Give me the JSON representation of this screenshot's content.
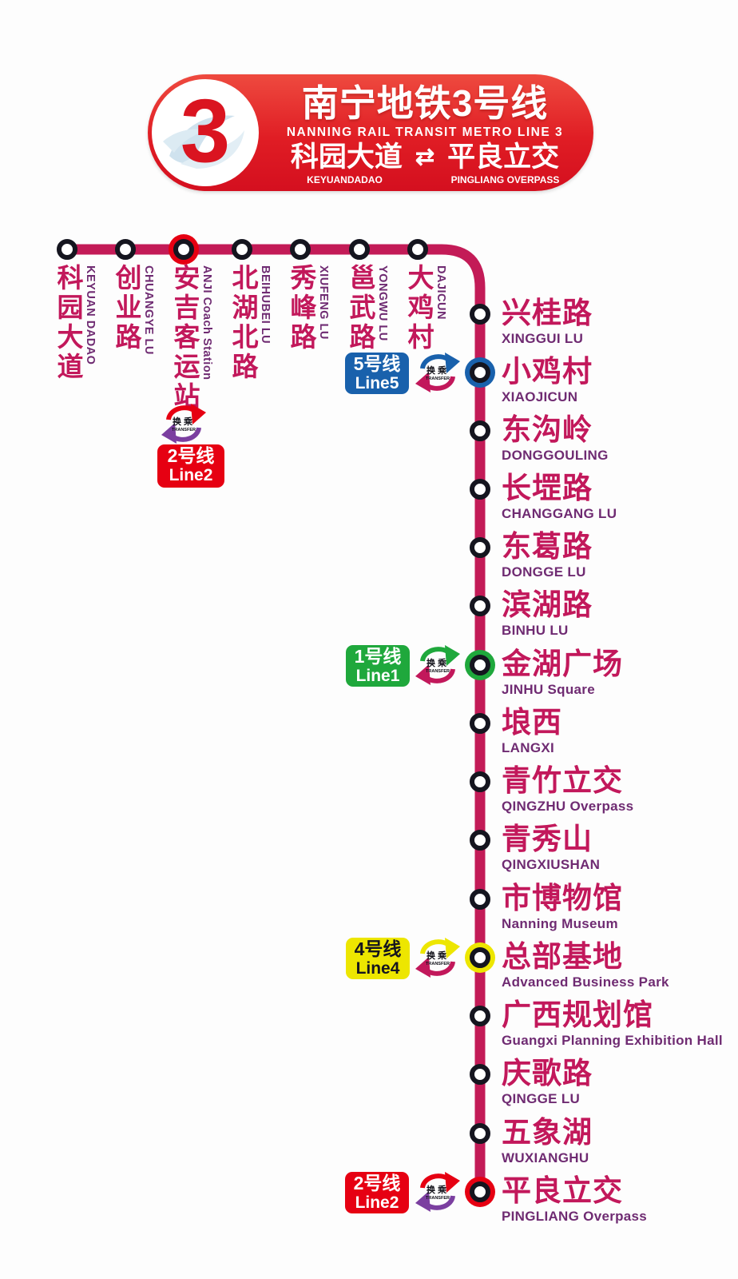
{
  "header": {
    "line_number": "3",
    "title_zh": "南宁地铁3号线",
    "title_en": "NANNING RAIL TRANSIT METRO LINE 3",
    "terminus_left_zh": "科园大道",
    "terminus_right_zh": "平良立交",
    "terminus_left_en": "KEYUANDADAO",
    "terminus_right_en": "PINGLIANG OVERPASS",
    "arrows": "⇄"
  },
  "transfer_icon": {
    "zh": "换乘",
    "en": "TRANSFER"
  },
  "badges": {
    "line1": {
      "zh": "1号线",
      "en": "Line1"
    },
    "line2": {
      "zh": "2号线",
      "en": "Line2"
    },
    "line4": {
      "zh": "4号线",
      "en": "Line4"
    },
    "line5": {
      "zh": "5号线",
      "en": "Line5"
    }
  },
  "colors": {
    "line": "#c31b57",
    "zh_text": "#c2185b",
    "en_text": "#6f2b72",
    "ring_black": "#15151f",
    "banner_top": "#ee4a3f",
    "banner_bottom": "#d40f1f",
    "logo_red": "#da1420",
    "line1_green": "#1fa83c",
    "line2_red": "#e60012",
    "line4_yellow": "#ede600",
    "line5_blue": "#1961ac",
    "arrow_purple": "#7b3fa0"
  },
  "stations_horizontal": [
    {
      "zh": "科园大道",
      "en": "KEYUAN DADAO"
    },
    {
      "zh": "创业路",
      "en": "CHUANGYE LU"
    },
    {
      "zh": "安吉客运站",
      "en": "ANJI Coach Station",
      "transfer": "Line2"
    },
    {
      "zh": "北湖北路",
      "en": "BEIHUBEI LU"
    },
    {
      "zh": "秀峰路",
      "en": "XIUFENG LU"
    },
    {
      "zh": "邕武路",
      "en": "YONGWU LU"
    },
    {
      "zh": "大鸡村",
      "en": "DAJICUN"
    }
  ],
  "stations_vertical": [
    {
      "zh": "兴桂路",
      "en": "XINGGUI LU"
    },
    {
      "zh": "小鸡村",
      "en": "XIAOJICUN",
      "transfer": "Line5"
    },
    {
      "zh": "东沟岭",
      "en": "DONGGOULING"
    },
    {
      "zh": "长堽路",
      "en": "CHANGGANG LU"
    },
    {
      "zh": "东葛路",
      "en": "DONGGE LU"
    },
    {
      "zh": "滨湖路",
      "en": "BINHU LU"
    },
    {
      "zh": "金湖广场",
      "en": "JINHU Square",
      "transfer": "Line1"
    },
    {
      "zh": "埌西",
      "en": "LANGXI"
    },
    {
      "zh": "青竹立交",
      "en": "QINGZHU Overpass"
    },
    {
      "zh": "青秀山",
      "en": "QINGXIUSHAN"
    },
    {
      "zh": "市博物馆",
      "en": "Nanning Museum"
    },
    {
      "zh": "总部基地",
      "en": "Advanced Business Park",
      "transfer": "Line4"
    },
    {
      "zh": "广西规划馆",
      "en": "Guangxi Planning Exhibition Hall"
    },
    {
      "zh": "庆歌路",
      "en": "QINGGE LU"
    },
    {
      "zh": "五象湖",
      "en": "WUXIANGHU"
    },
    {
      "zh": "平良立交",
      "en": "PINGLIANG Overpass",
      "transfer": "Line2"
    }
  ]
}
